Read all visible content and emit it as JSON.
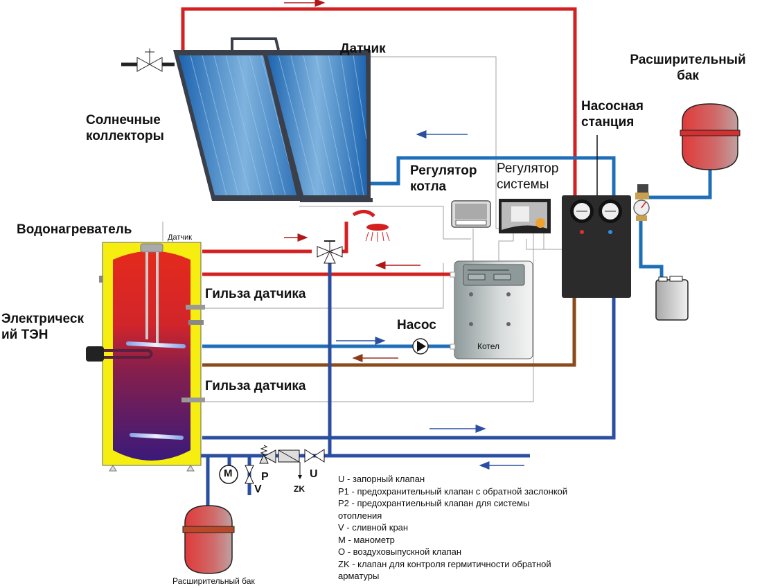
{
  "title": "Схема подключения солнечных коллекторов к водонагревателю и котлу",
  "colors": {
    "hot_pipe": "#d42020",
    "cold_pipe": "#1f5fb0",
    "return_pipe": "#8b4a1a",
    "signal_wire": "#999999",
    "tank_jacket": "#f5ee10",
    "collector_blue": "#2e78c0",
    "expansion_tank": "#d85050"
  },
  "labels": {
    "solar_collectors": "Солнечные\nколлекторы",
    "collector_sensor": "Датчик",
    "expansion_tank_top": "Расширительный\nбак",
    "pump_station": "Насосная\nстанция",
    "boiler_regulator": "Регулятор\nкотла",
    "system_regulator": "Регулятор\nсистемы",
    "water_heater": "Водонагреватель",
    "tank_sensor": "Датчик",
    "sensor_sleeve_1": "Гильза датчика",
    "sensor_sleeve_2": "Гильза датчика",
    "electric_heater": "Электрическ\nий ТЭН",
    "pump": "Насос",
    "boiler": "Котел",
    "expansion_tank_bottom": "Расширительный бак"
  },
  "valve_symbols": {
    "manometer": "M",
    "safety_valve": "P",
    "drain_valve": "V",
    "shutoff_valve": "U",
    "check_valve_control": "ZK"
  },
  "legend": [
    {
      "key": "U",
      "text": "U - запорный клапан"
    },
    {
      "key": "P1",
      "text": "P1 - предохранительный клапан с обратной заслонкой"
    },
    {
      "key": "P2",
      "text": "P2 - предохрантиельный клапан для системы отопления"
    },
    {
      "key": "V",
      "text": "V - сливной кран"
    },
    {
      "key": "M",
      "text": "M - манометр"
    },
    {
      "key": "O",
      "text": "O - воздуховыпускной клапан"
    },
    {
      "key": "ZK",
      "text": "ZK - клапан для контроля гермитичности обратной арматуры"
    }
  ]
}
